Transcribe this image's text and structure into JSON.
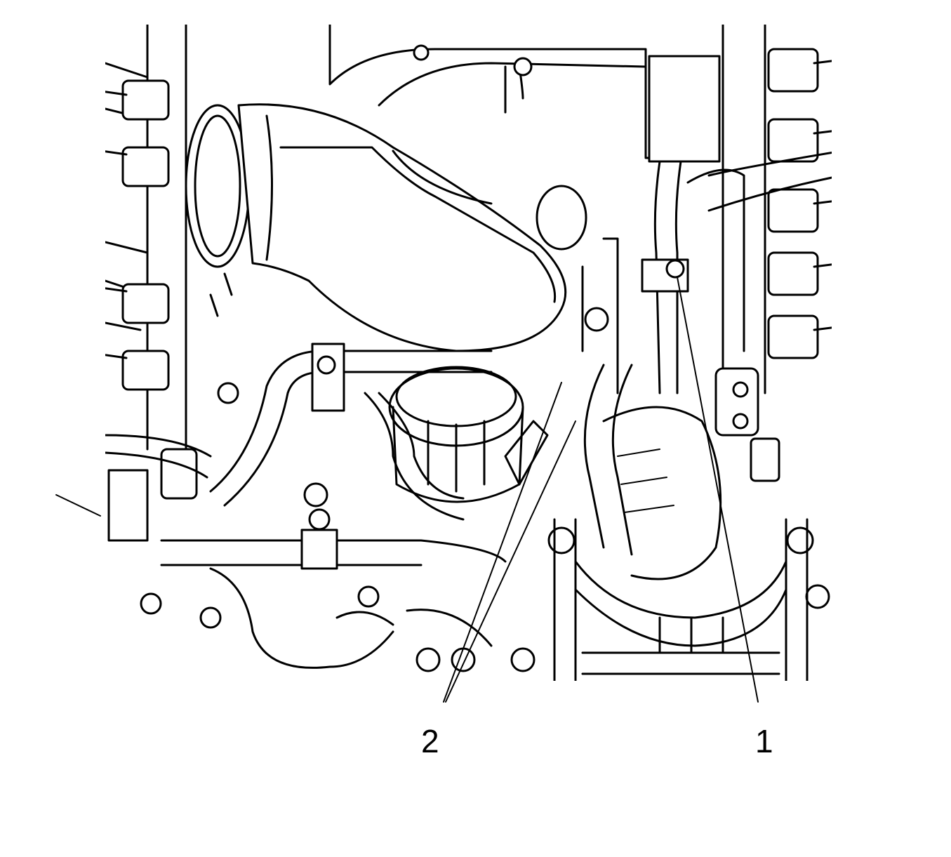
{
  "diagram": {
    "background": "#ffffff",
    "line_color": "#000000",
    "callouts": [
      {
        "id": "1",
        "label": "1"
      },
      {
        "id": "2",
        "label": "2"
      }
    ]
  }
}
